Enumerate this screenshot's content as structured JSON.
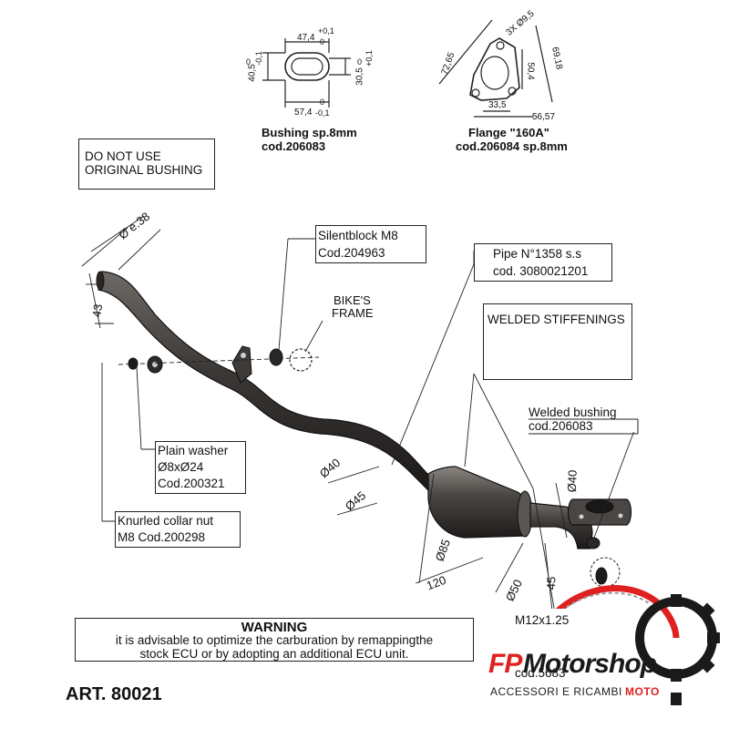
{
  "bushing": {
    "title": "Bushing sp.8mm",
    "code": "cod.206083",
    "dim_top": "47,4",
    "dim_top_tol": "+0,1",
    "dim_top_tol2": "0",
    "dim_left": "40,5",
    "dim_left_tol": "-0,1",
    "dim_left_tol2": "0",
    "dim_right": "30,5",
    "dim_right_tol": "+0,1",
    "dim_right_tol2": "0",
    "dim_bottom": "57,4",
    "dim_bottom_tol": "-0,1",
    "dim_bottom_tol2": "0"
  },
  "flange": {
    "title": "Flange \"160A\"",
    "code": "cod.206084 sp.8mm",
    "dim_holes": "3X Ø9,5",
    "dim_left": "72,65",
    "dim_right": "69,18",
    "dim_height": "50,4",
    "dim_inner": "33,5",
    "dim_width": "56,57"
  },
  "callouts": {
    "do_not_use_line1": "DO NOT USE",
    "do_not_use_line2": "ORIGINAL BUSHING",
    "silentblock_line1": "Silentblock M8",
    "silentblock_line2": "Cod.204963",
    "bikes_frame_line1": "BIKE'S",
    "bikes_frame_line2": "FRAME",
    "pipe_line1": "Pipe N°1358 s.s",
    "pipe_line2": "cod. 3080021201",
    "welded_stiffenings": "WELDED STIFFENINGS",
    "welded_bushing_line1": "Welded bushing",
    "welded_bushing_line2": "cod.206083",
    "plain_washer_line1": "Plain washer",
    "plain_washer_line2": "Ø8xØ24",
    "plain_washer_line3": "Cod.200321",
    "knurled_line1": "Knurled collar nut",
    "knurled_line2": "M8 Cod.200298",
    "nut_line1": "M12x1.25",
    "nut_line2": "cod.5683"
  },
  "dimensions": {
    "pipe_end_dia": "Ø e.38",
    "pipe_end_len": "43",
    "d40_mid": "Ø40",
    "d45": "Ø45",
    "d85": "Ø85",
    "len120": "120",
    "d50": "Ø50",
    "d45_small": "45",
    "d40_flange": "Ø40"
  },
  "warning": {
    "title": "WARNING",
    "line1": "it is advisable to optimize the carburation by remappingthe",
    "line2": "stock ECU or by adopting an additional ECU unit."
  },
  "article": "ART. 80021",
  "logo": {
    "brand_fp": "FP",
    "brand_motor": "Motorshop",
    "tagline_a": "ACCESSORI E RICAMBI",
    "tagline_b": "MOTO"
  },
  "colors": {
    "pipe": "#3b3836",
    "accent_red": "#e02020",
    "gear": "#1a1a1a"
  }
}
